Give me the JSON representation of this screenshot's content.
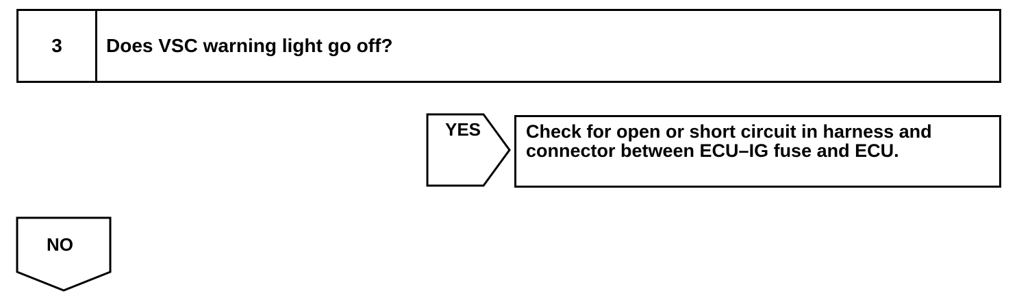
{
  "step": {
    "number": "3",
    "question": "Does VSC warning light go off?"
  },
  "yes_branch": {
    "label": "YES",
    "action": "Check for open or short circuit in harness and\nconnector between ECU–IG fuse and ECU."
  },
  "no_branch": {
    "label": "NO"
  }
}
